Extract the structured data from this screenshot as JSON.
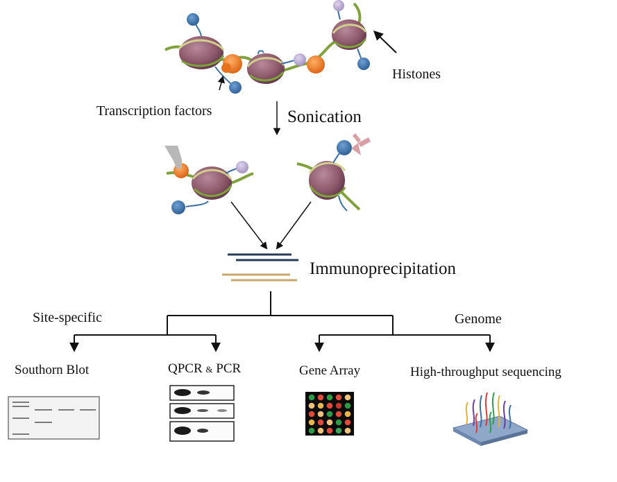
{
  "labels": {
    "histones": "Histones",
    "transcription_factors": "Transcription factors",
    "sonication": "Sonication",
    "immunoprecipitation": "Immunoprecipitation",
    "site_specific": "Site-specific",
    "genome": "Genome"
  },
  "methods": {
    "southern_blot": "Southorn Blot",
    "qpcr_a": "QPCR",
    "qpcr_amp": "&",
    "qpcr_b": "PCR",
    "gene_array": "Gene Array",
    "sequencing": "High-throughput sequencing"
  },
  "colors": {
    "histone": "#8e5a6c",
    "dna": "#7fa23c",
    "tf": "#e8731e",
    "me_tag": "#3a6fa8",
    "ac_tag": "#b7a6cf",
    "antibody": "#b8b8b8",
    "antibody_pink": "#d8a0a6",
    "dna_dark": "#233a5a",
    "dna_tan": "#c9a66b"
  },
  "icons": {
    "me": "me",
    "ac": "ac"
  }
}
